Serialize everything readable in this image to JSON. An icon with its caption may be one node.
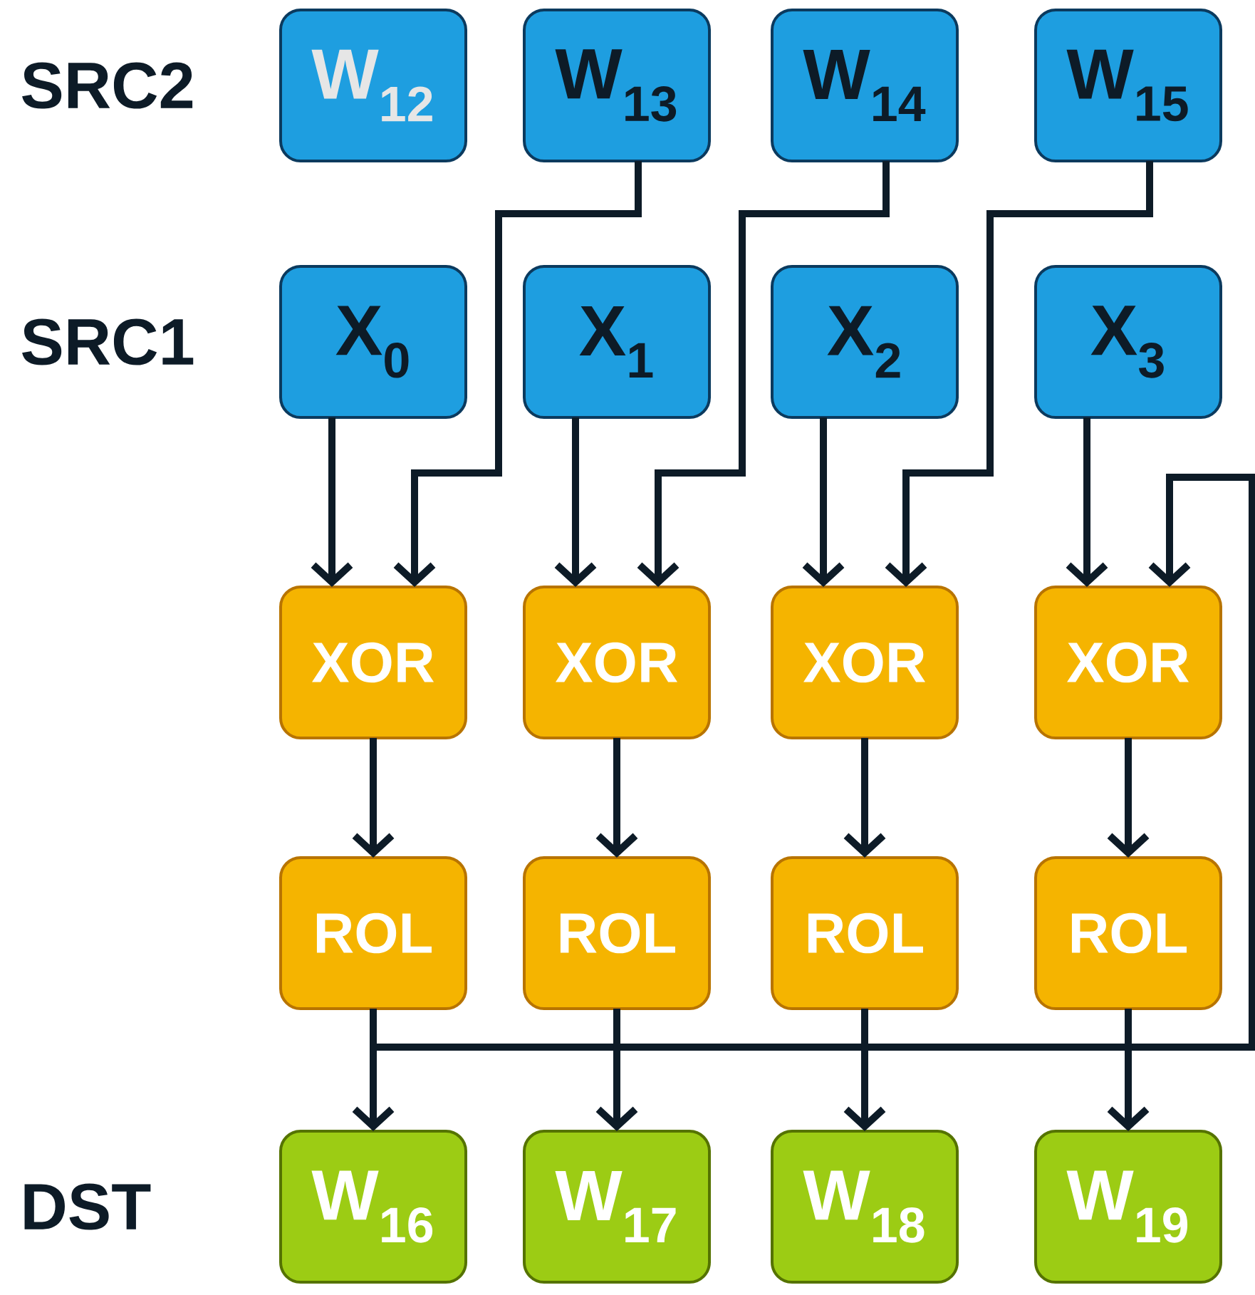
{
  "diagram": {
    "nodes": [
      {
        "text": [
          "W$_{12}$"
        ]
      },
      {
        "text": [
          "W$_{13}$"
        ]
      },
      {
        "text": [
          "W$_{14}$"
        ]
      },
      {
        "text": [
          "W$_{15}$"
        ]
      },
      {
        "text": [
          "X$_{0}$"
        ]
      },
      {
        "text": [
          "X$_{1}$"
        ]
      },
      {
        "text": [
          "X$_{2}$"
        ]
      },
      {
        "text": [
          "X$_{3}$"
        ]
      },
      {
        "text": [
          "XOR"
        ]
      },
      {
        "text": [
          "XOR"
        ]
      },
      {
        "text": [
          "XOR"
        ]
      },
      {
        "text": [
          "XOR"
        ]
      },
      {
        "text": [
          "ROL"
        ]
      },
      {
        "text": [
          "ROL"
        ]
      },
      {
        "text": [
          "ROL"
        ]
      },
      {
        "text": [
          "ROL"
        ]
      },
      {
        "text": [
          "W$_{16}$"
        ]
      },
      {
        "text": [
          "W$_{17}$"
        ]
      },
      {
        "text": [
          "W$_{18}$"
        ]
      },
      {
        "text": [
          "W$_{19}$"
        ]
      }
    ],
    "edges": [
      {
        "from": 4,
        "to": 8,
        "arrow": "to"
      },
      {
        "from": 1,
        "to": 8,
        "arrow": "to"
      },
      {
        "from": 5,
        "to": 9,
        "arrow": "to"
      },
      {
        "from": 2,
        "to": 9,
        "arrow": "to"
      },
      {
        "from": 6,
        "to": 10,
        "arrow": "to"
      },
      {
        "from": 3,
        "to": 10,
        "arrow": "to"
      },
      {
        "from": 7,
        "to": 11,
        "arrow": "to"
      },
      {
        "from": 12,
        "to": 11,
        "arrow": "to"
      },
      {
        "from": 8,
        "to": 12,
        "arrow": "to"
      },
      {
        "from": 9,
        "to": 13,
        "arrow": "to"
      },
      {
        "from": 10,
        "to": 14,
        "arrow": "to"
      },
      {
        "from": 11,
        "to": 15,
        "arrow": "to"
      },
      {
        "from": 12,
        "to": 16,
        "arrow": "to"
      },
      {
        "from": 13,
        "to": 17,
        "arrow": "to"
      },
      {
        "from": 14,
        "to": 18,
        "arrow": "to"
      },
      {
        "from": 15,
        "to": 19,
        "arrow": "to"
      }
    ],
    "labels": [
      "SRC2",
      "SRC1",
      "DST"
    ]
  }
}
